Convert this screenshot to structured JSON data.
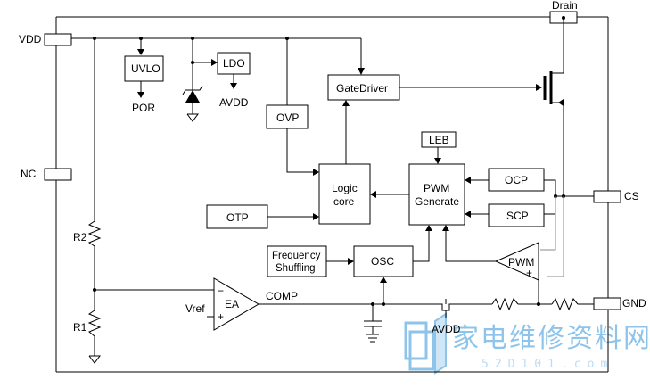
{
  "pins": {
    "drain": "Drain",
    "vdd": "VDD",
    "nc": "NC",
    "cs": "CS",
    "gnd": "GND"
  },
  "blocks": {
    "uvlo": "UVLO",
    "por": "POR",
    "ldo": "LDO",
    "avdd_top": "AVDD",
    "gate_driver": "GateDriver",
    "ovp": "OVP",
    "leb": "LEB",
    "logic_core": [
      "Logic",
      "core"
    ],
    "pwm_generate": [
      "PWM",
      "Generate"
    ],
    "ocp": "OCP",
    "scp": "SCP",
    "otp": "OTP",
    "frequency_shuffling": [
      "Frequency",
      "Shuffling"
    ],
    "osc": "OSC",
    "pwm_comparator": "PWM",
    "ea": "EA"
  },
  "labels": {
    "r1": "R1",
    "r2": "R2",
    "vref": "Vref",
    "comp": "COMP",
    "avdd_bottom": "AVDD",
    "minus": "−",
    "plus": "+"
  },
  "watermark": {
    "text": "家电维修资料网",
    "url": "52D101.com"
  }
}
